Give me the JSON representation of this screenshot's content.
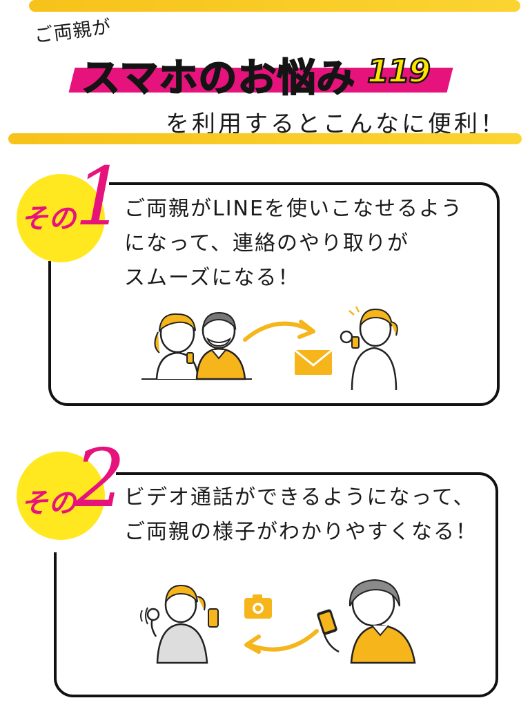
{
  "header": {
    "title_small": "ご両親が",
    "title_main": "スマホのお悩み",
    "title_number": "119",
    "subtitle": "を利用するとこんなに便利！"
  },
  "benefits": [
    {
      "label": "その",
      "number": "1",
      "lines": [
        "ご両親がLINEを使いこなせるよう",
        "になって、連絡のやり取りが",
        "スムーズになる！"
      ]
    },
    {
      "label": "その",
      "number": "2",
      "lines": [
        "ビデオ通話ができるようになって、",
        "ご両親の様子がわかりやすくなる！"
      ]
    }
  ],
  "colors": {
    "accent_yellow": "#f7c21a",
    "accent_pink": "#e6137c",
    "badge_yellow": "#ffe81f",
    "text": "#1a1a1a"
  },
  "icons": [
    "envelope-icon",
    "camera-icon",
    "arrow-right-icon",
    "arrow-left-icon"
  ]
}
